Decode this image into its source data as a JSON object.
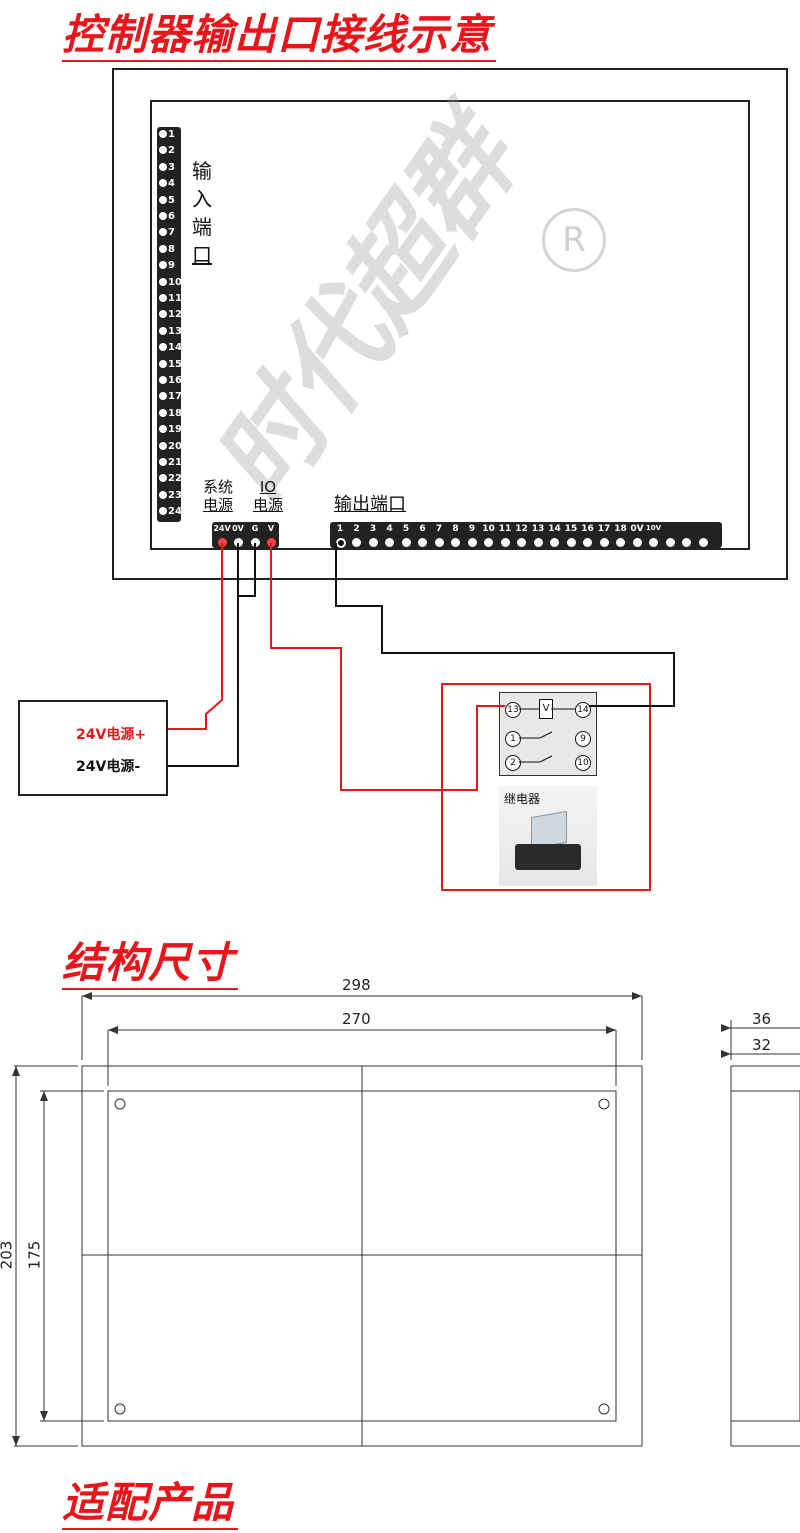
{
  "headings": {
    "wiring": "控制器输出口接线示意",
    "dimensions": "结构尺寸",
    "products": "适配产品"
  },
  "input_port": {
    "label": [
      "输",
      "入",
      "端",
      "口"
    ],
    "pins": [
      "1",
      "2",
      "3",
      "4",
      "5",
      "6",
      "7",
      "8",
      "9",
      "10",
      "11",
      "12",
      "13",
      "14",
      "15",
      "16",
      "17",
      "18",
      "19",
      "20",
      "21",
      "22",
      "23",
      "24"
    ]
  },
  "power": {
    "system_label": [
      "系统",
      "电源"
    ],
    "io_label": [
      "IO",
      "电源"
    ],
    "terminals": [
      "24V",
      "0V",
      "G",
      "V"
    ]
  },
  "output_port": {
    "label": "输出端口",
    "pins": [
      "1",
      "2",
      "3",
      "4",
      "5",
      "6",
      "7",
      "8",
      "9",
      "10",
      "11",
      "12",
      "13",
      "14",
      "15",
      "16",
      "17",
      "18",
      "0V",
      "10V",
      "",
      "",
      ""
    ]
  },
  "psu": {
    "positive": "24V电源+",
    "negative": "24V电源-"
  },
  "relay": {
    "coil": "V",
    "pins": {
      "p13": "13",
      "p14": "14",
      "p1": "1",
      "p9": "9",
      "p2": "2",
      "p10": "10"
    },
    "caption": "继电器"
  },
  "watermark": {
    "text": "时代超群",
    "registered": "R"
  },
  "dimensions": {
    "width_outer": "298",
    "width_inner": "270",
    "height_outer": "203",
    "height_inner": "175",
    "depth_outer": "36",
    "depth_inner": "32"
  },
  "colors": {
    "accent": "#e8151a",
    "wire_black": "#111111",
    "wire_red": "#e8151a"
  }
}
